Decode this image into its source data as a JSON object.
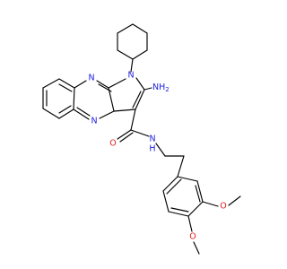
{
  "atom_labels": {
    "n_pyrrole": "N",
    "n_quinox_top": "N",
    "n_quinox_bottom": "N",
    "nh2": "NH",
    "nh2_sub": "2",
    "amide_o": "O",
    "amide_nh": "N",
    "amide_h": "H",
    "ome1_o": "O",
    "ome2_o": "O"
  }
}
